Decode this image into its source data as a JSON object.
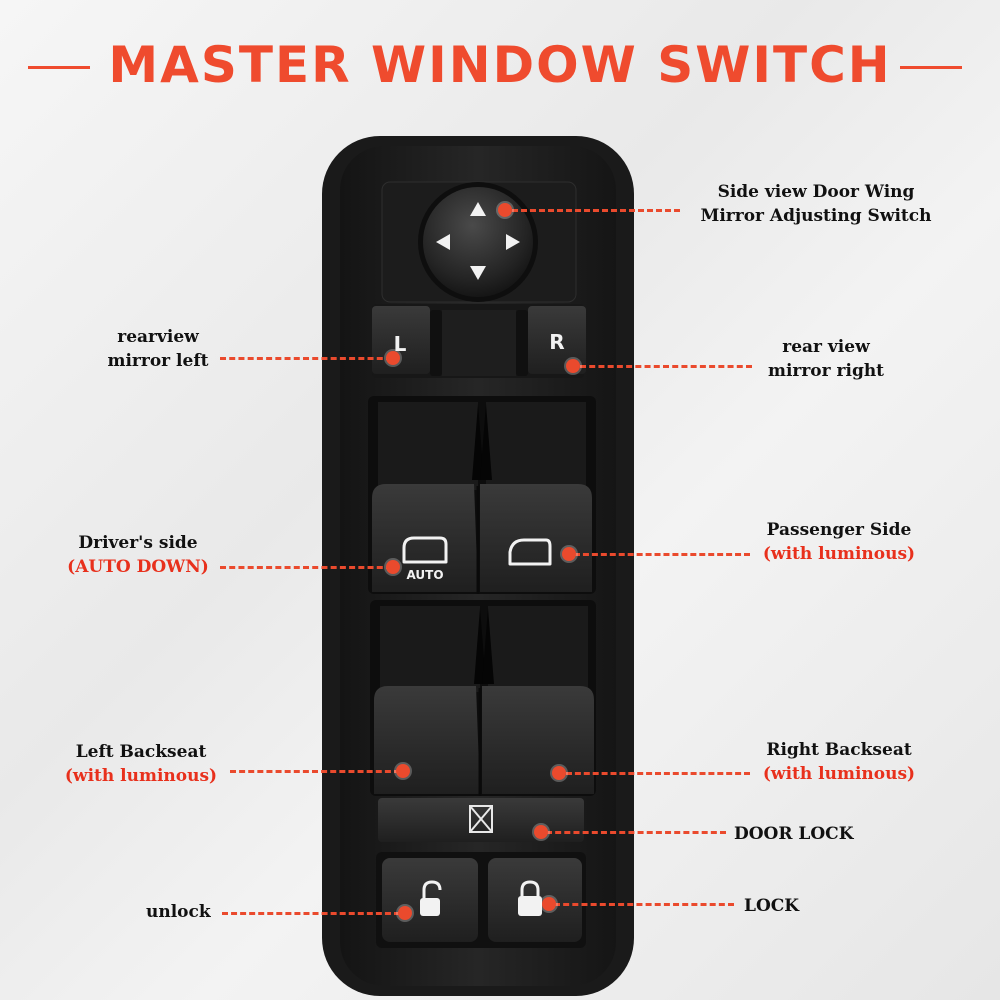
{
  "title": "MASTER WINDOW SWITCH",
  "button_text": {
    "left_mirror": "L",
    "right_mirror": "R",
    "auto": "AUTO"
  },
  "labels": [
    {
      "id": "mirror-adjust",
      "lines": [
        "Side view Door Wing",
        "Mirror Adjusting Switch"
      ]
    },
    {
      "id": "mirror-left",
      "lines": [
        "rearview",
        "mirror left"
      ]
    },
    {
      "id": "mirror-right",
      "lines": [
        "rear view",
        "mirror right"
      ]
    },
    {
      "id": "drivers-side",
      "lines": [
        "Driver's side",
        "(AUTO DOWN)"
      ]
    },
    {
      "id": "passenger-side",
      "lines": [
        "Passenger Side",
        "(with luminous)"
      ]
    },
    {
      "id": "left-backseat",
      "lines": [
        "Left Backseat",
        "(with luminous)"
      ]
    },
    {
      "id": "right-backseat",
      "lines": [
        "Right Backseat",
        "(with luminous)"
      ]
    },
    {
      "id": "door-lock",
      "lines": [
        "DOOR LOCK"
      ]
    },
    {
      "id": "unlock",
      "lines": [
        "unlock"
      ]
    },
    {
      "id": "lock",
      "lines": [
        "LOCK"
      ]
    }
  ],
  "colors": {
    "accent": "#ef4b2e",
    "leader": "#ea4a2d",
    "highlight_text": "#e8301c",
    "panel": "#1e1e1e",
    "button": "#2a2a2a"
  }
}
